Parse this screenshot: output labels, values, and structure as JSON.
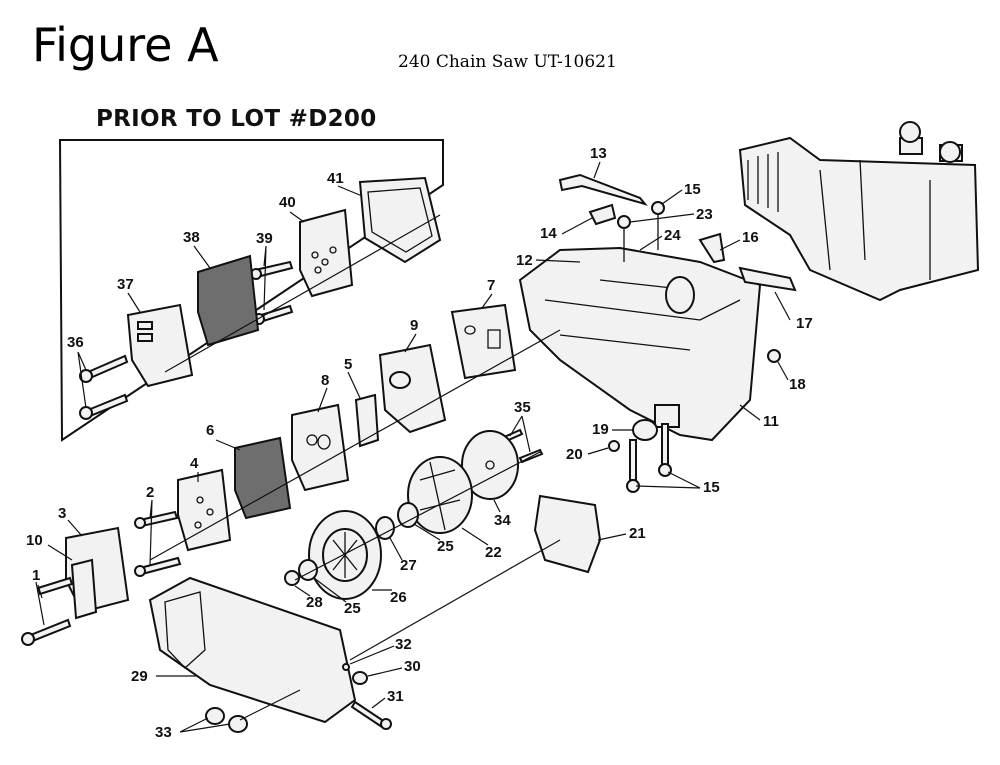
{
  "header": {
    "title": "Figure A",
    "model": "240 Chain Saw UT-10621"
  },
  "inset": {
    "title": "PRIOR TO LOT #D200"
  },
  "part_numbers": {
    "p1": "1",
    "p2": "2",
    "p3": "3",
    "p4": "4",
    "p5": "5",
    "p6": "6",
    "p7": "7",
    "p8": "8",
    "p9": "9",
    "p10": "10",
    "p11": "11",
    "p12": "12",
    "p13": "13",
    "p14": "14",
    "p15a": "15",
    "p15b": "15",
    "p16": "16",
    "p17": "17",
    "p18": "18",
    "p19": "19",
    "p20": "20",
    "p21": "21",
    "p22": "22",
    "p23": "23",
    "p24": "24",
    "p25a": "25",
    "p25b": "25",
    "p26": "26",
    "p27": "27",
    "p28": "28",
    "p29": "29",
    "p30": "30",
    "p31": "31",
    "p32": "32",
    "p33": "33",
    "p34": "34",
    "p35": "35",
    "p36": "36",
    "p37": "37",
    "p38": "38",
    "p39": "39",
    "p40": "40",
    "p41": "41"
  }
}
